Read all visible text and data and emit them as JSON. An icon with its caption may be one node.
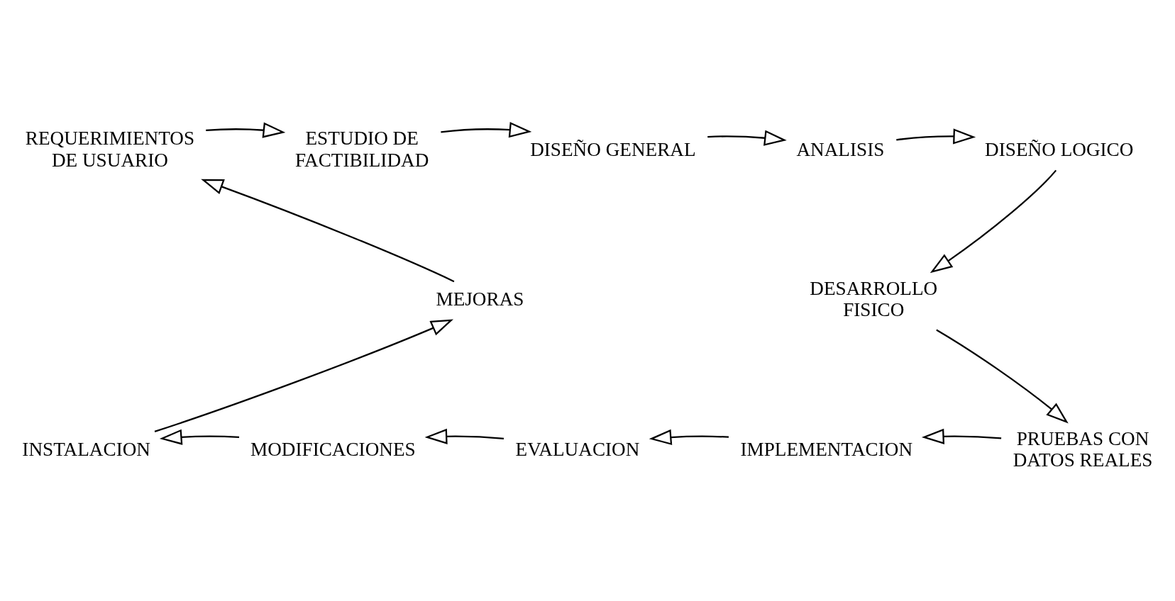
{
  "diagram": {
    "nodes": [
      {
        "text": [
          "REQUERIMIENTOS DE USUARIO"
        ]
      },
      {
        "text": [
          "ESTUDIO DE FACTIBILIDAD"
        ]
      },
      {
        "text": [
          "DISEÑO GENERAL"
        ]
      },
      {
        "text": [
          "ANALISIS"
        ]
      },
      {
        "text": [
          "DISEÑO LOGICO"
        ]
      },
      {
        "text": [
          "DESARROLLO FISICO"
        ]
      },
      {
        "text": [
          "PRUEBAS CON DATOS REALES"
        ]
      },
      {
        "text": [
          "IMPLEMENTACION"
        ]
      },
      {
        "text": [
          "EVALUACION"
        ]
      },
      {
        "text": [
          "MODIFICACIONES"
        ]
      },
      {
        "text": [
          "INSTALACION"
        ]
      },
      {
        "text": [
          "MEJORAS"
        ]
      }
    ],
    "edges": [
      {
        "from": 0,
        "to": 1,
        "arrow": "to"
      },
      {
        "from": 1,
        "to": 2,
        "arrow": "to"
      },
      {
        "from": 2,
        "to": 3,
        "arrow": "to"
      },
      {
        "from": 3,
        "to": 4,
        "arrow": "to"
      },
      {
        "from": 4,
        "to": 5,
        "arrow": "to"
      },
      {
        "from": 5,
        "to": 6,
        "arrow": "to"
      },
      {
        "from": 6,
        "to": 7,
        "arrow": "to"
      },
      {
        "from": 7,
        "to": 8,
        "arrow": "to"
      },
      {
        "from": 8,
        "to": 9,
        "arrow": "to"
      },
      {
        "from": 9,
        "to": 10,
        "arrow": "to"
      },
      {
        "from": 10,
        "to": 11,
        "arrow": "to"
      },
      {
        "from": 11,
        "to": 0,
        "arrow": "to"
      }
    ]
  }
}
